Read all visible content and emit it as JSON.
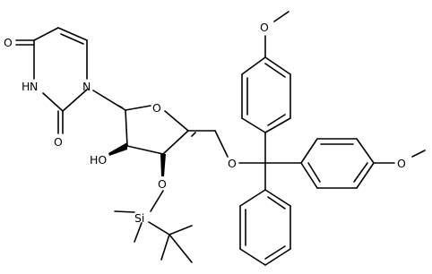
{
  "atoms": {
    "o_carbonyl_top": "O",
    "nh": "N",
    "nh_h": "H",
    "o_carbonyl_bottom": "O",
    "n1": "N",
    "o_ring": "O",
    "ho": "HO",
    "o_tbs": "O",
    "si": "Si",
    "o_ether": "O",
    "o_methoxy_top": "O",
    "o_methoxy_right": "O"
  }
}
